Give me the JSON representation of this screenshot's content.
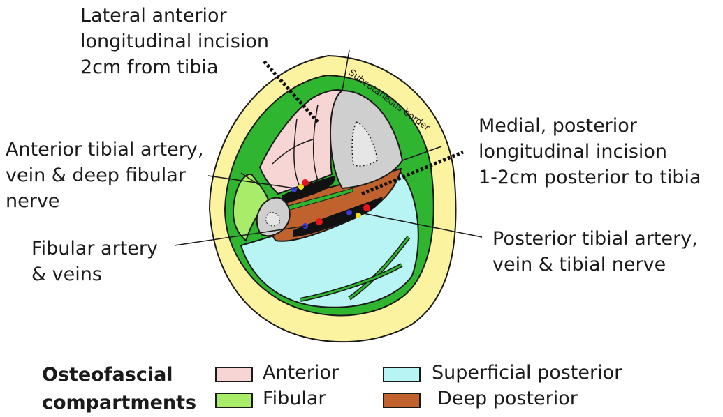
{
  "labels": {
    "lateral_incision": [
      "Lateral anterior",
      "longitudinal incision",
      "2cm from tibia"
    ],
    "anterior_tibial": [
      "Anterior tibial artery,",
      "vein & deep fibular",
      "nerve"
    ],
    "fibular_artery": [
      "Fibular artery",
      "& veins"
    ],
    "medial_incision": [
      "Medial, posterior",
      "longitudinal incision",
      "1-2cm posterior to tibia"
    ],
    "posterior_tibial": [
      "Posterior tibial artery,",
      "vein & tibial nerve"
    ],
    "subcutaneous_border": "Subcutaneous border"
  },
  "legend": {
    "title": [
      "Osteofascial",
      "compartments"
    ],
    "items": [
      {
        "label": "Anterior",
        "color": "#f8d5d5"
      },
      {
        "label": "Fibular",
        "color": "#a8ec6a"
      },
      {
        "label": "Superficial posterior",
        "color": "#b8f4f4"
      },
      {
        "label": "Deep posterior",
        "color": "#c0622e"
      }
    ]
  },
  "colors": {
    "skin": "#fbf3a0",
    "fascia": "#2fb52f",
    "anterior": "#f8d5d5",
    "fibular": "#a8ec6a",
    "superficial_posterior": "#b8f4f4",
    "deep_posterior": "#c0622e",
    "bone": "#cfcfcf",
    "artery": "#e8141c",
    "vein": "#3b3bd8",
    "nerve": "#f0e020"
  }
}
